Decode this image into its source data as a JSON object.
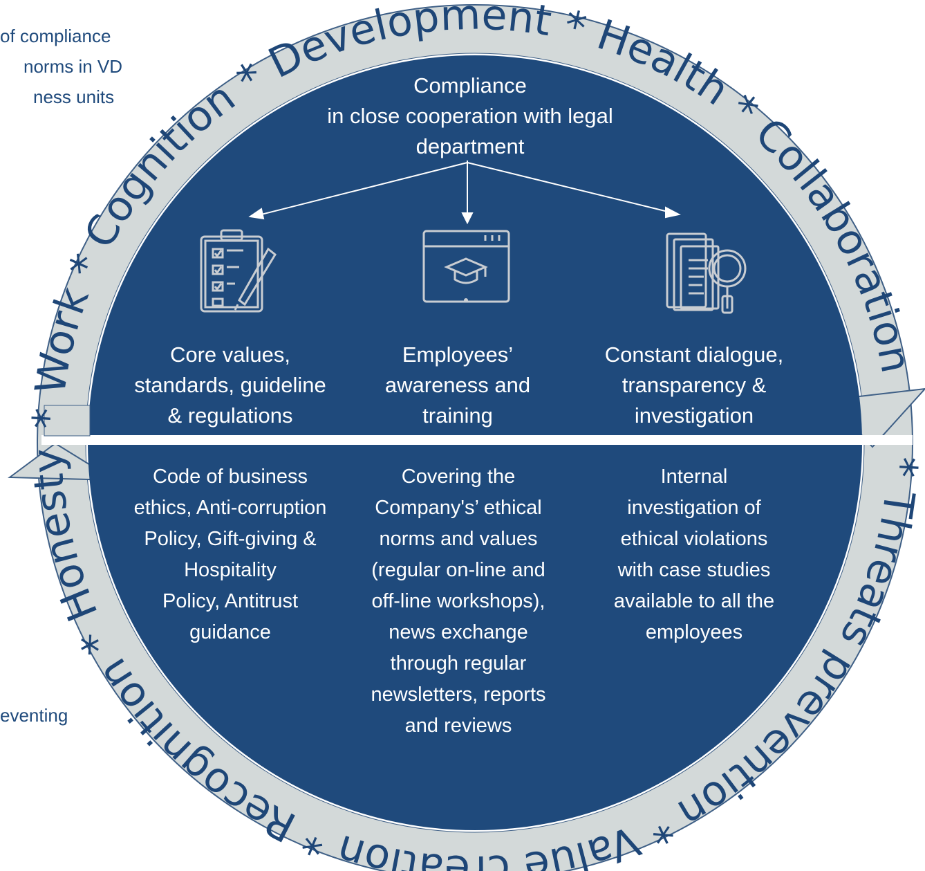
{
  "side_text": {
    "left_top": [
      "of compliance",
      "norms in VD",
      "ness units"
    ],
    "left_bottom": "eventing"
  },
  "ring": {
    "words": [
      "*",
      "Work",
      "*",
      "Cognition",
      "*",
      "Development",
      "*",
      "Health",
      "*",
      "Collaboration",
      "*",
      "Threats",
      "prevention",
      "*",
      "Value",
      "creation",
      "*",
      "Recognition",
      "*",
      "Honesty"
    ],
    "colors": {
      "ring": "#d3d9d9",
      "ring_border": "#3e5f86",
      "text": "#1e4677",
      "disk": "#1f4a7c"
    }
  },
  "center": {
    "title_lines": [
      "Compliance",
      "in close cooperation with legal",
      "department"
    ]
  },
  "columns": [
    {
      "icon": "checklist-clipboard-icon",
      "heading": [
        "Core values,",
        "standards, guideline",
        "& regulations"
      ],
      "description": [
        "Code of business",
        "ethics, Anti-corruption",
        "Policy, Gift-giving &",
        "Hospitality",
        "Policy, Antitrust",
        "guidance"
      ]
    },
    {
      "icon": "graduation-cap-window-icon",
      "heading": [
        "Employees’",
        "awareness and",
        "training"
      ],
      "description": [
        "Covering the",
        "Company's’ ethical",
        "norms and values",
        "(regular on-line and",
        "off-line workshops),",
        "news exchange",
        "through regular",
        "newsletters, reports",
        "and reviews"
      ]
    },
    {
      "icon": "document-magnifier-icon",
      "heading": [
        "Constant dialogue,",
        "transparency  &",
        "investigation"
      ],
      "description": [
        "Internal",
        "investigation of",
        "ethical violations",
        "with case studies",
        "available to all the",
        "employees"
      ]
    }
  ]
}
